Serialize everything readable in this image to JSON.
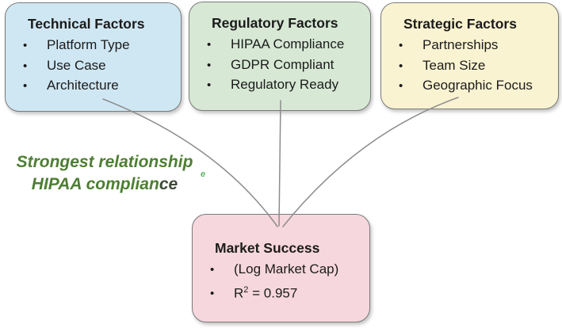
{
  "diagram": {
    "bullet_char": "•",
    "connector_color": "#8c8c8c",
    "border_color": "#7b7b7b",
    "text_color": "#1b1b1b",
    "boxes": [
      {
        "title": "Technical Factors",
        "bullets": [
          "Platform Type",
          "Use Case",
          "Architecture"
        ],
        "fill": "#cfe7f3"
      },
      {
        "title": "Regulatory Factors",
        "bullets": [
          "HIPAA Compliance",
          "GDPR Compliant",
          "Regulatory Ready"
        ],
        "fill": "#d7e9d5"
      },
      {
        "title": "Strategic Factors",
        "bullets": [
          "Partnerships",
          "Team Size",
          "Geographic Focus"
        ],
        "fill": "#faf3d1"
      },
      {
        "title": "Market Success",
        "bullets": [
          "(Log Market Cap)"
        ],
        "r2": {
          "base": "R",
          "sup": "2",
          "rest": " = 0.957"
        },
        "fill": "#f6d7dd"
      }
    ],
    "connectors": [
      {
        "from": "Technical Factors",
        "to": "Market Success"
      },
      {
        "from": "Regulatory Factors",
        "to": "Market Success"
      },
      {
        "from": "Strategic Factors",
        "to": "Market Success"
      }
    ],
    "annotation": {
      "line1": "Strongest relationship",
      "line2_main": "HIPAA complian",
      "line2_tail": "ce",
      "color": "#4e7e33",
      "stray_artifact": "e"
    }
  }
}
